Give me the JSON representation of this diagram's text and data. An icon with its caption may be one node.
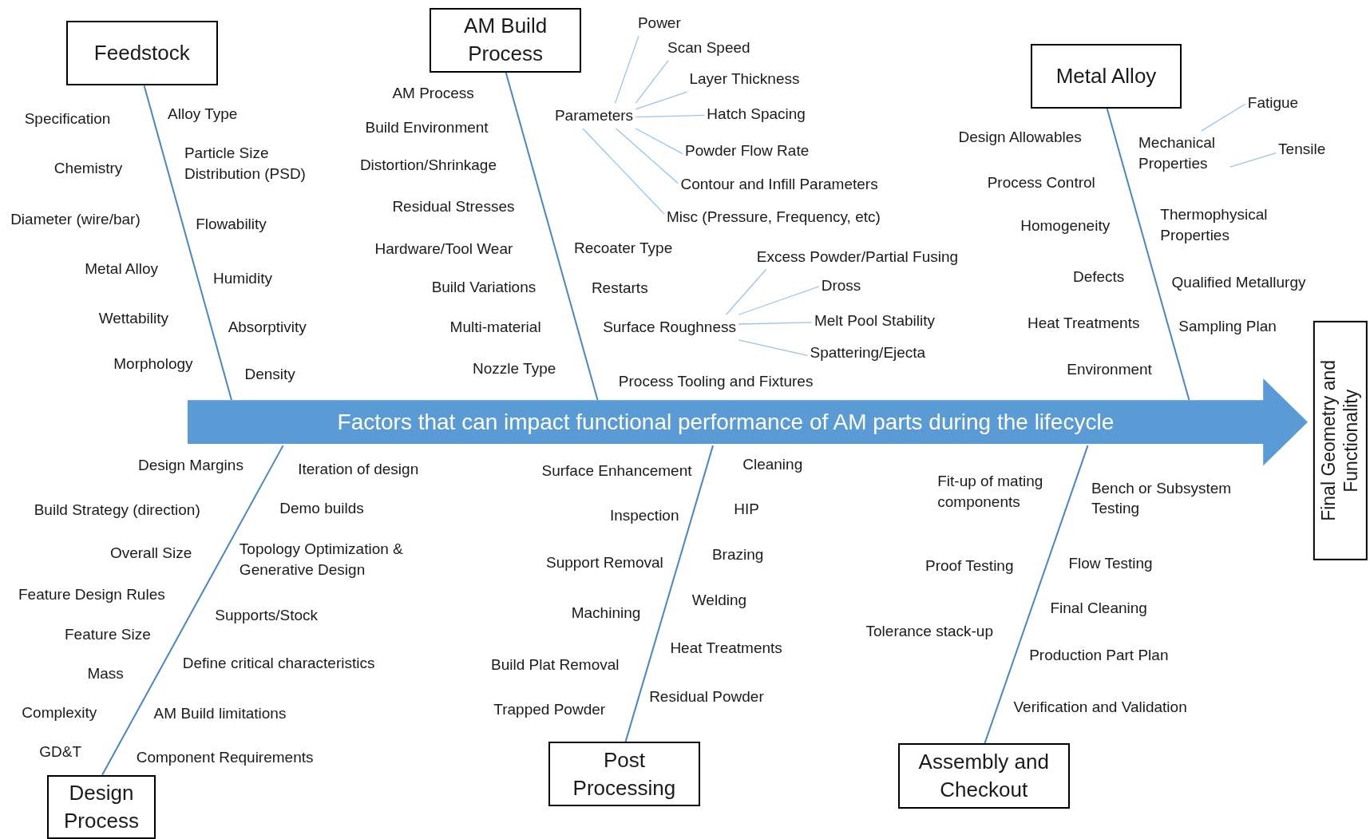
{
  "diagram": {
    "nodes": [
      {
        "text": [
          "Feedstock"
        ]
      },
      {
        "text": [
          "AM Build Process"
        ]
      },
      {
        "text": [
          "Parameters"
        ]
      },
      {
        "text": [
          "Power"
        ]
      },
      {
        "text": [
          "Scan Speed"
        ]
      },
      {
        "text": [
          "Layer Thickness"
        ]
      },
      {
        "text": [
          "Hatch Spacing"
        ]
      },
      {
        "text": [
          "Powder Flow Rate"
        ]
      },
      {
        "text": [
          "Contour and Infill Parameters"
        ]
      },
      {
        "text": [
          "Misc (Pressure, Frequency, etc)"
        ]
      },
      {
        "text": [
          "Surface Roughness"
        ]
      },
      {
        "text": [
          "Excess Powder/Partial Fusing"
        ]
      },
      {
        "text": [
          "Dross"
        ]
      },
      {
        "text": [
          "Melt Pool Stability"
        ]
      },
      {
        "text": [
          "Spattering/Ejecta"
        ]
      },
      {
        "text": [
          "Metal Alloy"
        ]
      },
      {
        "text": [
          "Mechanical Properties"
        ]
      },
      {
        "text": [
          "Fatigue"
        ]
      },
      {
        "text": [
          "Tensile"
        ]
      },
      {
        "text": [
          "Factors that can impact functional performance of AM parts during the lifecycle"
        ]
      },
      {
        "text": [
          "Final Geometry and Functionality"
        ]
      },
      {
        "text": [
          "Design Process"
        ]
      },
      {
        "text": [
          "Post Processing"
        ]
      },
      {
        "text": [
          "Assembly and Checkout"
        ]
      }
    ],
    "edges": [
      {
        "from": 0,
        "to": 19,
        "arrow": "none"
      },
      {
        "from": 1,
        "to": 19,
        "arrow": "none"
      },
      {
        "from": 2,
        "to": 3,
        "arrow": "none"
      },
      {
        "from": 2,
        "to": 4,
        "arrow": "none"
      },
      {
        "from": 2,
        "to": 5,
        "arrow": "none"
      },
      {
        "from": 2,
        "to": 6,
        "arrow": "none"
      },
      {
        "from": 2,
        "to": 7,
        "arrow": "none"
      },
      {
        "from": 2,
        "to": 8,
        "arrow": "none"
      },
      {
        "from": 2,
        "to": 9,
        "arrow": "none"
      },
      {
        "from": 10,
        "to": 11,
        "arrow": "none"
      },
      {
        "from": 10,
        "to": 12,
        "arrow": "none"
      },
      {
        "from": 10,
        "to": 13,
        "arrow": "none"
      },
      {
        "from": 10,
        "to": 14,
        "arrow": "none"
      },
      {
        "from": 15,
        "to": 19,
        "arrow": "none"
      },
      {
        "from": 16,
        "to": 17,
        "arrow": "none"
      },
      {
        "from": 16,
        "to": 18,
        "arrow": "none"
      },
      {
        "from": 21,
        "to": 19,
        "arrow": "none"
      },
      {
        "from": 22,
        "to": 19,
        "arrow": "none"
      },
      {
        "from": 23,
        "to": 19,
        "arrow": "none"
      }
    ],
    "labels": [
      "Specification",
      "Chemistry",
      "Diameter (wire/bar)",
      "Metal Alloy",
      "Wettability",
      "Morphology",
      "Alloy Type",
      "Particle Size Distribution (PSD)",
      "Flowability",
      "Humidity",
      "Absorptivity",
      "Density",
      "AM Process",
      "Build Environment",
      "Distortion/Shrinkage",
      "Residual Stresses",
      "Hardware/Tool Wear",
      "Build Variations",
      "Multi-material",
      "Nozzle Type",
      "Recoater Type",
      "Restarts",
      "Process Tooling and Fixtures",
      "Design Allowables",
      "Process Control",
      "Homogeneity",
      "Defects",
      "Heat Treatments",
      "Environment",
      "Thermophysical Properties",
      "Qualified Metallurgy",
      "Sampling Plan",
      "Design Margins",
      "Build Strategy (direction)",
      "Overall Size",
      "Feature Design Rules",
      "Feature Size",
      "Mass",
      "Complexity",
      "GD&T",
      "Iteration of design",
      "Demo builds",
      "Topology Optimization & Generative Design",
      "Supports/Stock",
      "Define critical characteristics",
      "AM Build limitations",
      "Component Requirements",
      "Surface Enhancement",
      "Inspection",
      "Support Removal",
      "Machining",
      "Build Plat Removal",
      "Trapped Powder",
      "Cleaning",
      "HIP",
      "Brazing",
      "Welding",
      "Heat Treatments",
      "Residual Powder",
      "Fit-up of mating components",
      "Proof Testing",
      "Tolerance stack-up",
      "Bench or Subsystem Testing",
      "Flow Testing",
      "Final Cleaning",
      "Production Part Plan",
      "Verification and Validation"
    ]
  }
}
